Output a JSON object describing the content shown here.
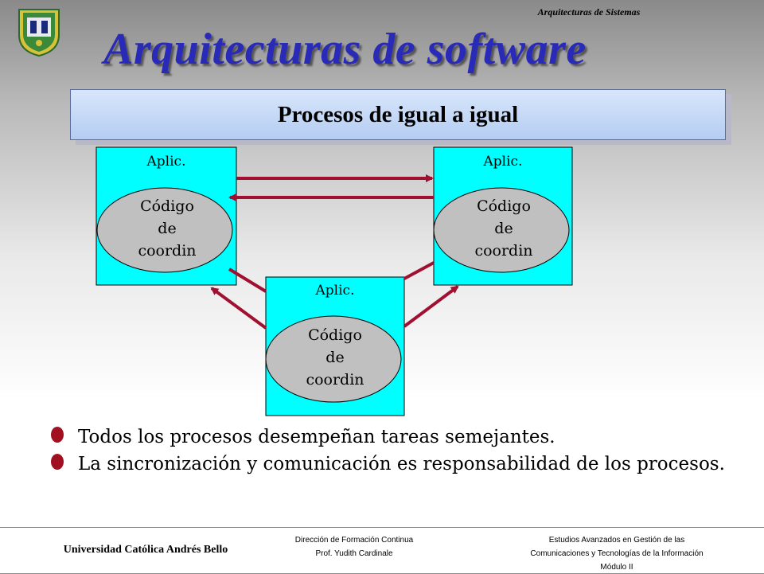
{
  "header": {
    "top_label": "Arquitecturas de Sistemas",
    "title": "Arquitecturas de software",
    "subtitle": "Procesos de igual a igual",
    "logo_icon": "university-crest-icon"
  },
  "diagram": {
    "nodes": [
      {
        "label": "Aplic.",
        "inner": [
          "Código",
          "de",
          "coordin"
        ]
      },
      {
        "label": "Aplic.",
        "inner": [
          "Código",
          "de",
          "coordin"
        ]
      },
      {
        "label": "Aplic.",
        "inner": [
          "Código",
          "de",
          "coordin"
        ]
      }
    ]
  },
  "bullets": [
    "Todos los procesos desempeñan tareas semejantes.",
    "La sincronización y comunicación es responsabilidad de los procesos."
  ],
  "footer": {
    "left": "Universidad Católica Andrés Bello",
    "center_line1": "Dirección de Formación Continua",
    "center_line2": "Prof. Yudith Cardinale",
    "right_line1": "Estudios Avanzados en Gestión de las",
    "right_line2": "Comunicaciones y Tecnologías de la Información",
    "right_line3": "Módulo II"
  },
  "colors": {
    "title": "#2a2ab8",
    "box_fill": "#00ffff",
    "ellipse_fill": "#c0c0c0",
    "arrow": "#a01030",
    "bullet": "#a01020"
  }
}
